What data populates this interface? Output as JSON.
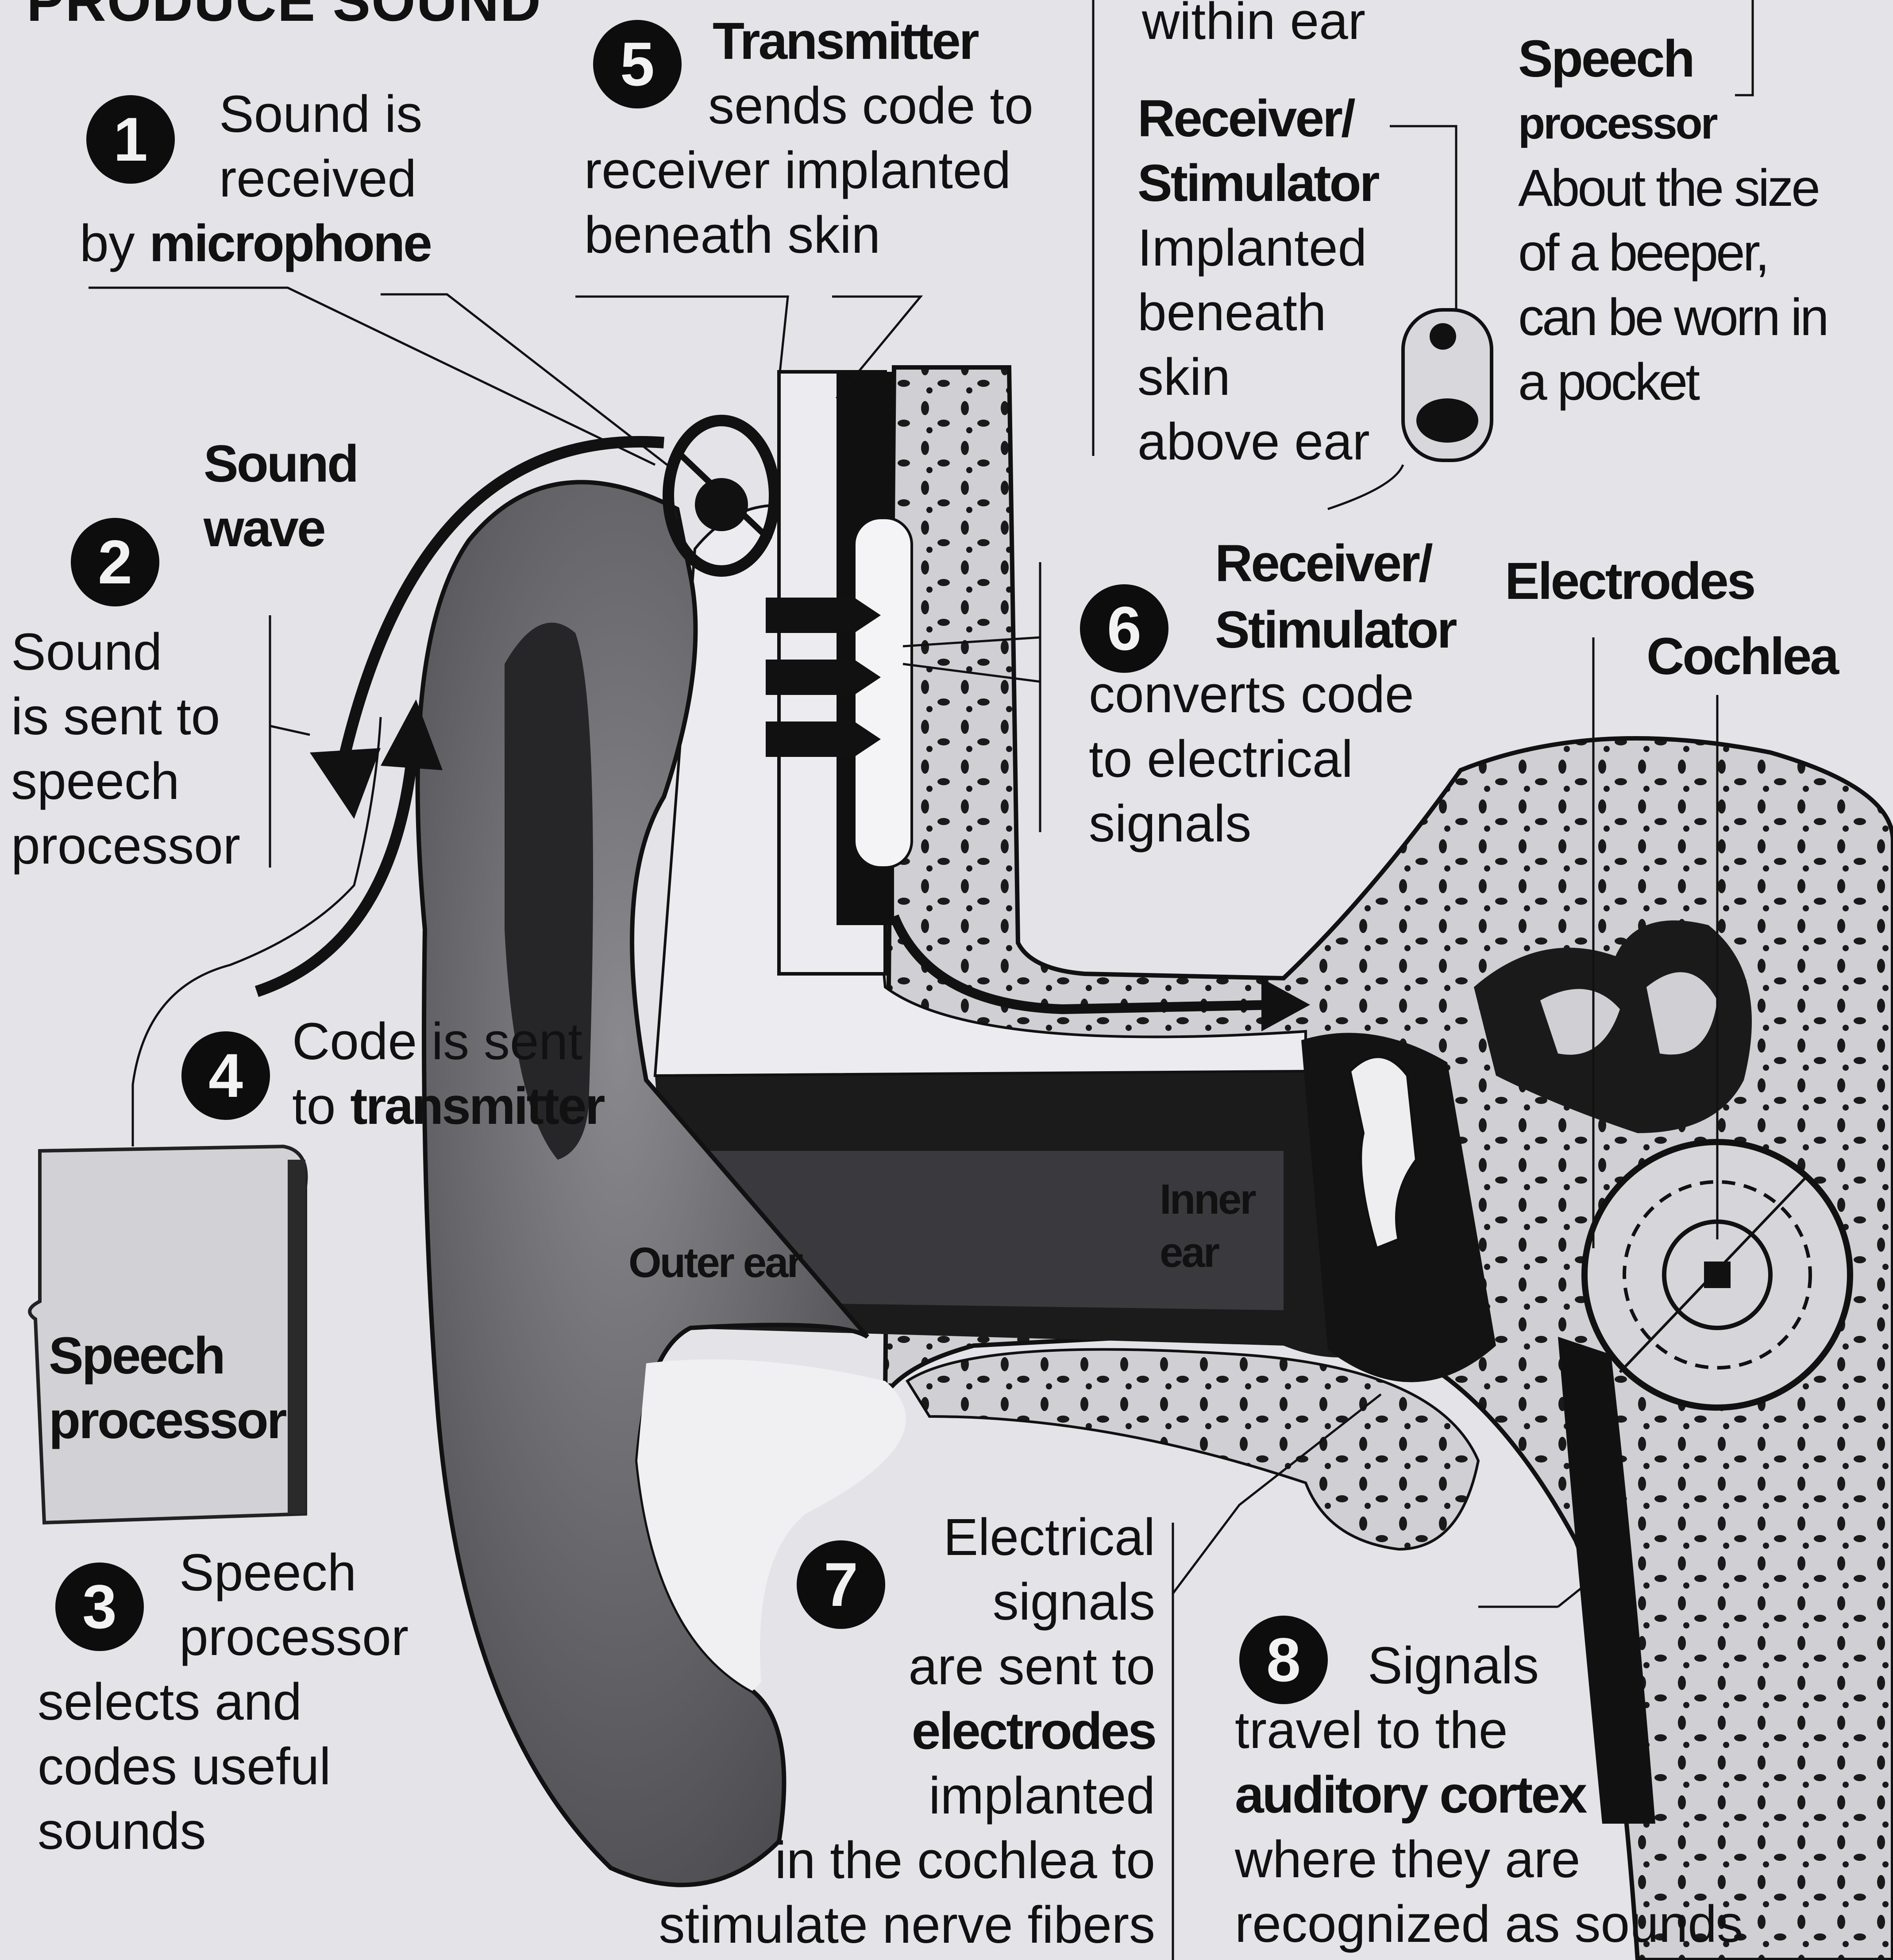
{
  "header": {
    "title": "PRODUCE SOUND"
  },
  "labels": {
    "sound_wave": [
      "Sound",
      "wave"
    ],
    "speech_processor_device": [
      "Speech",
      "processor"
    ],
    "receiver_top": {
      "name": [
        "Receiver/",
        "Stimulator"
      ],
      "desc": [
        "Implanted",
        "beneath",
        "skin",
        "above ear"
      ]
    },
    "speech_processor_top": {
      "name": [
        "Speech",
        "processor"
      ],
      "desc": [
        "About the size",
        "of a beeper,",
        "can be worn in",
        "a pocket"
      ]
    },
    "electrodes": "Electrodes",
    "cochlea": "Cochlea",
    "outer_ear": "Outer ear",
    "inner_ear": [
      "Inner",
      "ear"
    ],
    "top_partial": "within ear"
  },
  "steps": [
    {
      "num": "1",
      "lines": [
        "Sound is",
        "received"
      ],
      "last_plain": "by ",
      "last_bold": "microphone"
    },
    {
      "num": "2",
      "lines": [
        "Sound",
        "is sent to",
        "speech",
        "processor"
      ]
    },
    {
      "num": "3",
      "lines": [
        "Speech",
        "processor",
        "selects and",
        "codes useful",
        "sounds"
      ]
    },
    {
      "num": "4",
      "first_plain": "Code is sent",
      "second_plain": "to ",
      "second_bold": "transmitter"
    },
    {
      "num": "5",
      "title": "Transmitter",
      "lines": [
        "sends code to",
        "receiver implanted",
        "beneath skin"
      ]
    },
    {
      "num": "6",
      "title": [
        "Receiver/",
        "Stimulator"
      ],
      "lines": [
        "converts code",
        "to electrical",
        "signals"
      ]
    },
    {
      "num": "7",
      "lines": [
        "Electrical",
        "signals",
        "are sent to"
      ],
      "bold": "electrodes",
      "tail": [
        "implanted",
        "in the cochlea to",
        "stimulate nerve fibers"
      ]
    },
    {
      "num": "8",
      "first": "Signals",
      "line2": "travel to the",
      "bold": "auditory cortex",
      "tail": [
        "where they are",
        "recognized as sounds"
      ]
    }
  ]
}
